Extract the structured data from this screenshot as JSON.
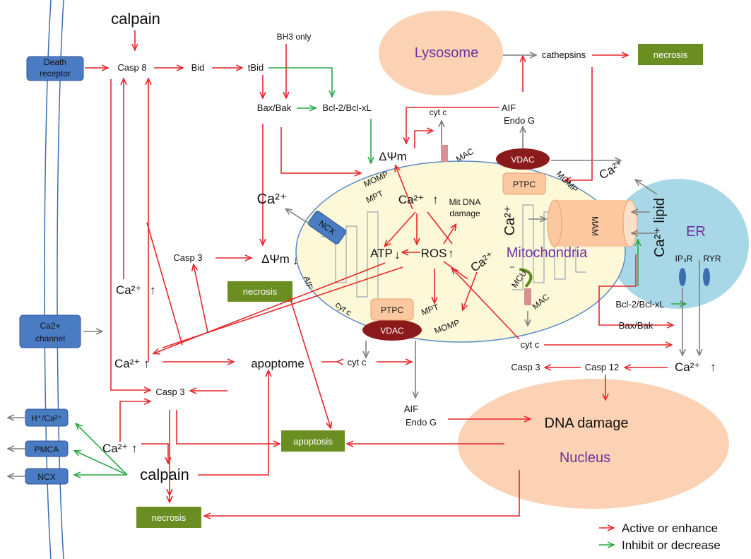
{
  "colors": {
    "activate": "#e8262b",
    "inhibit": "#2aa845",
    "neutral": "#7f7f7f",
    "membrane": "#3b6fb0",
    "blue_box": "#4a7cc4",
    "green_box": "#6b8e23",
    "lysosome": "#fbd2b4",
    "nucleus": "#fbd2b4",
    "er": "#a8d8e8",
    "mitochondria": "#fdf9d8",
    "vdac": "#8b1a1a",
    "organelle_label": "#7030a0"
  },
  "membrane": {
    "death_receptor": "Death receptor",
    "ca_channel": "Ca2+ channel",
    "exchanger_h_ca": "H⁺/Ca²⁺",
    "pmca": "PMCA",
    "ncx": "NCX"
  },
  "lysosome": {
    "label": "Lysosome",
    "cathepsins": "cathepsins",
    "necrosis": "necrosis"
  },
  "cytosol": {
    "calpain_top": "calpain",
    "casp8": "Casp 8",
    "bid": "Bid",
    "tbid": "tBid",
    "bh3_only": "BH3 only",
    "bax_bak": "Bax/Bak",
    "bcl2": "Bcl-2/Bcl-xL",
    "ca_left": "Ca²⁺",
    "casp3_mid": "Casp 3",
    "delta_psi": "ΔΨm",
    "aif_side": "AIF",
    "necrosis_mid": "necrosis",
    "ca_up_1": "Ca²⁺",
    "ca_up_2": "Ca²⁺",
    "apoptome": "apoptome",
    "cytc_mid": "cyt c",
    "casp3_low": "Casp 3",
    "ca_up_3": "Ca²⁺",
    "calpain_bottom": "calpain",
    "apoptosis": "apoptosis",
    "necrosis_bottom": "necrosis",
    "aif_bottom": "AIF",
    "endog_bottom": "Endo G",
    "aif_top": "AIF",
    "endog_top": "Endo G",
    "cytc_top": "cyt c",
    "ca_top_right": "Ca²⁺",
    "cytc_right": "cyt c",
    "casp3_right": "Casp 3",
    "casp12": "Casp 12",
    "ca_er_out": "Ca²⁺",
    "bcl2_right": "Bcl-2/Bcl-xL",
    "baxbak_right": "Bax/Bak"
  },
  "mito": {
    "label": "Mitochondria",
    "momp_top": "MOMP",
    "mpt_top": "MPT",
    "delta_psi": "ΔΨm",
    "mac_top": "MAC",
    "ca": "Ca²⁺",
    "mit_dna_1": "Mit DNA",
    "mit_dna_2": "damage",
    "atp": "ATP",
    "ros": "ROS",
    "ca_mcu": "Ca²⁺",
    "mcu": "MCU",
    "mac_bottom": "MAC",
    "mpt_bottom": "MPT",
    "momp_bottom": "MOMP",
    "cytc_inner": "cyt c",
    "ncx": "NCX",
    "vdac_top": "VDAC",
    "vdac_bottom": "VDAC",
    "ptpc_top": "PTPC",
    "ptpc_bottom": "PTPC",
    "momp_right": "MOMP",
    "ca_left_mam": "Ca²⁺"
  },
  "er": {
    "label": "ER",
    "mam": "MAM",
    "ca_lipid": "Ca²⁺ lipid",
    "ip3r": "IP₃R",
    "ryr": "RYR"
  },
  "nucleus": {
    "label": "Nucleus",
    "dna_damage": "DNA damage"
  },
  "legend": {
    "activate": "Active or enhance",
    "inhibit": "Inhibit or decrease"
  }
}
